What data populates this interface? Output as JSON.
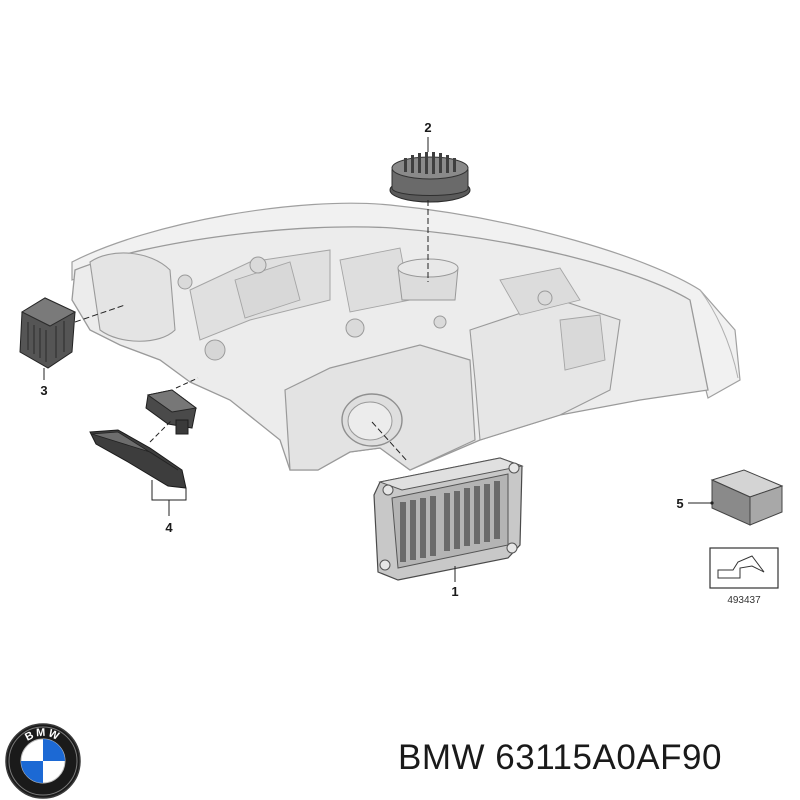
{
  "diagram": {
    "callouts": [
      {
        "id": "1",
        "label": "1"
      },
      {
        "id": "2",
        "label": "2"
      },
      {
        "id": "3",
        "label": "3"
      },
      {
        "id": "4",
        "label": "4"
      },
      {
        "id": "5",
        "label": "5"
      }
    ],
    "reference_number": "493437"
  },
  "footer": {
    "brand_logo_text": "BMW",
    "part_number": "BMW 63115A0AF90"
  },
  "colors": {
    "housing_fill": "#ececec",
    "housing_stroke": "#9a9a9a",
    "part_dark": "#4a4a4a",
    "logo_blue": "#1c69d4",
    "logo_ring": "#1a1a1a"
  }
}
